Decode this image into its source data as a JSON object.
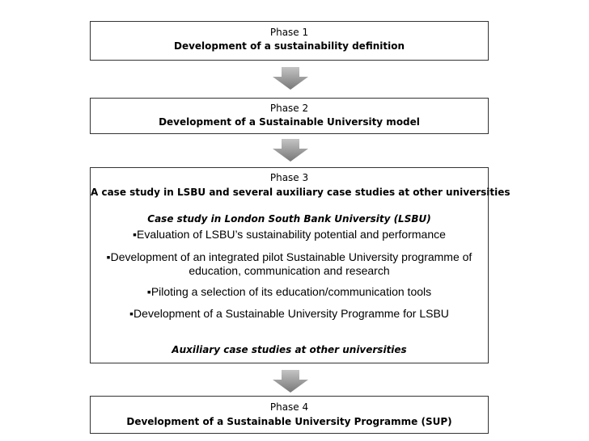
{
  "phase1": {
    "label": "Phase 1",
    "title": "Development of a sustainability definition"
  },
  "phase2": {
    "label": "Phase 2",
    "title": "Development of a Sustainable University model"
  },
  "phase3": {
    "label": "Phase 3",
    "title": "A case study in LSBU and several auxiliary case studies at other universities",
    "case_heading": "Case study in London South Bank University (LSBU)",
    "items": [
      "▪Evaluation of LSBU’s sustainability potential and performance",
      "▪Development of an integrated pilot Sustainable University programme of",
      "education, communication and research",
      "▪Piloting a selection of its education/communication tools",
      "▪Development of a Sustainable University Programme for LSBU"
    ],
    "aux_heading": "Auxiliary case studies at other universities"
  },
  "phase4": {
    "label": "Phase 4",
    "title": "Development of a Sustainable University Programme (SUP)"
  },
  "colors": {
    "border": "#333333",
    "arrow_top": "#bdbdbd",
    "arrow_bottom": "#7a7a7a"
  }
}
